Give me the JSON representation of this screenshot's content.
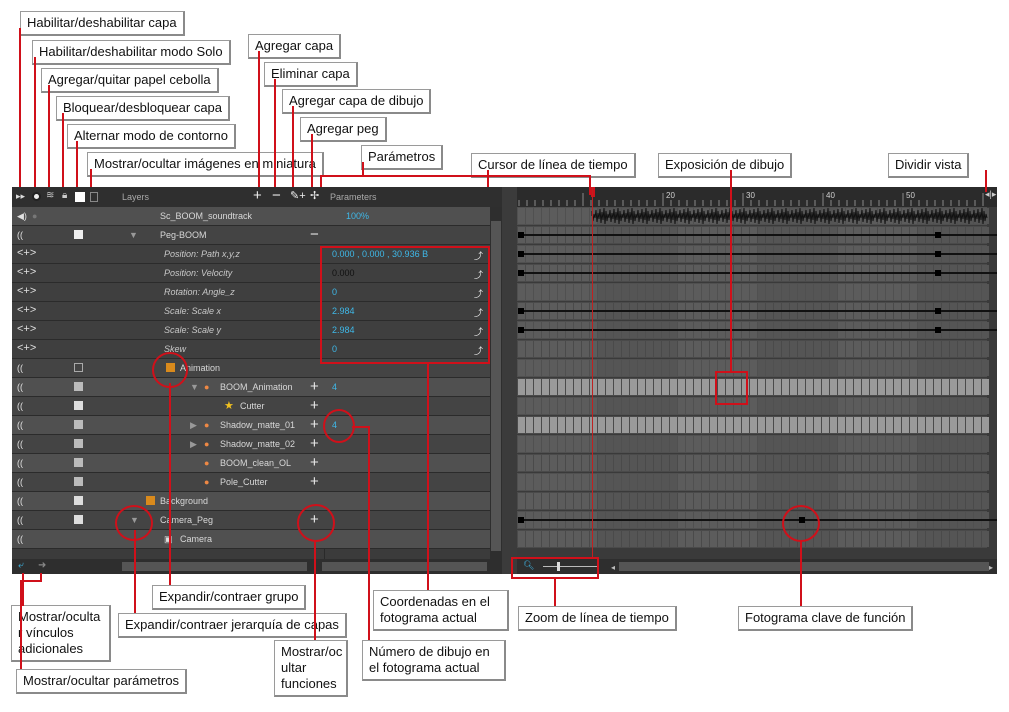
{
  "callouts": {
    "enable_layer": "Habilitar/deshabilitar capa",
    "solo_mode": "Habilitar/deshabilitar modo Solo",
    "onion_skin": "Agregar/quitar papel cebolla",
    "lock_layer": "Bloquear/desbloquear capa",
    "outline_mode": "Alternar modo de contorno",
    "thumbnails": "Mostrar/ocultar imágenes en miniatura",
    "add_layer": "Agregar capa",
    "delete_layer": "Eliminar capa",
    "add_drawing_layer": "Agregar capa de dibujo",
    "add_peg": "Agregar peg",
    "parameters": "Parámetros",
    "timeline_cursor": "Cursor de línea de tiempo",
    "drawing_exposure": "Exposición de dibujo",
    "split_view": "Dividir vista",
    "expand_group": "Expandir/contraer grupo",
    "expand_hierarchy": "Expandir/contraer jerarquía de capas",
    "show_links": "Mostrar/oculta r vínculos adicionales",
    "show_params": "Mostrar/ocultar parámetros",
    "show_functions": "Mostrar/oc ultar funciones",
    "coords": "Coordenadas en el fotograma actual",
    "drawing_number": "Número de dibujo en el fotograma actual",
    "timeline_zoom": "Zoom de línea de tiempo",
    "function_keyframe": "Fotograma clave de función"
  },
  "panel": {
    "layers_header": "Layers",
    "params_header": "Parameters",
    "ruler_ticks": [
      "20",
      "30",
      "40",
      "50"
    ],
    "rows": [
      {
        "name": "Sc_BOOM_soundtrack",
        "value": "100%"
      },
      {
        "name": "Peg-BOOM",
        "value": ""
      },
      {
        "name": "Position: Path x,y,z",
        "value": "0.000 , 0.000 , 30.936 B"
      },
      {
        "name": "Position: Velocity",
        "value": "0.000"
      },
      {
        "name": "Rotation: Angle_z",
        "value": "0"
      },
      {
        "name": "Scale: Scale x",
        "value": "2.984"
      },
      {
        "name": "Scale: Scale y",
        "value": "2.984"
      },
      {
        "name": "Skew",
        "value": "0"
      },
      {
        "name": "Animation",
        "value": ""
      },
      {
        "name": "BOOM_Animation",
        "value": "4"
      },
      {
        "name": "Cutter",
        "value": ""
      },
      {
        "name": "Shadow_matte_01",
        "value": "4"
      },
      {
        "name": "Shadow_matte_02",
        "value": ""
      },
      {
        "name": "BOOM_clean_OL",
        "value": ""
      },
      {
        "name": "Pole_Cutter",
        "value": ""
      },
      {
        "name": "Background",
        "value": ""
      },
      {
        "name": "Camera_Peg",
        "value": ""
      },
      {
        "name": "Camera",
        "value": ""
      }
    ]
  },
  "colors": {
    "accent": "#d0101a",
    "value_text": "#3fb8e8"
  }
}
